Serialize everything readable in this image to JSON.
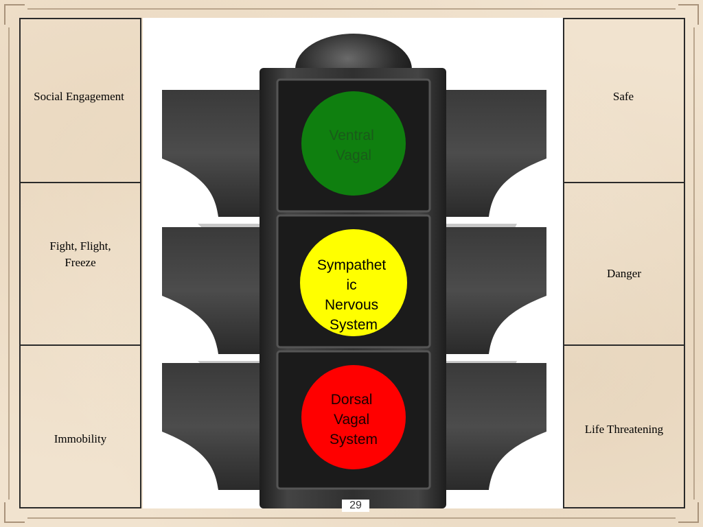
{
  "left_column": {
    "row1": "Social Engagement",
    "row2": "Fight, Flight, Freeze",
    "row3": "Immobility"
  },
  "right_column": {
    "row1": "Safe",
    "row2": "Danger",
    "row3": "Life Threatening"
  },
  "traffic_light": {
    "top": {
      "lines": [
        "Ventral",
        "Vagal"
      ],
      "color": "#0f7f0f",
      "text_color": "#1a5a1a"
    },
    "middle": {
      "lines": [
        "Sympathet",
        "ic",
        "Nervous",
        "System"
      ],
      "color": "#ffff00",
      "text_color": "#000000"
    },
    "bottom": {
      "lines": [
        "Dorsal",
        "Vagal",
        "System"
      ],
      "color": "#ff0000",
      "text_color": "#1a0000"
    }
  },
  "page_number": "29"
}
